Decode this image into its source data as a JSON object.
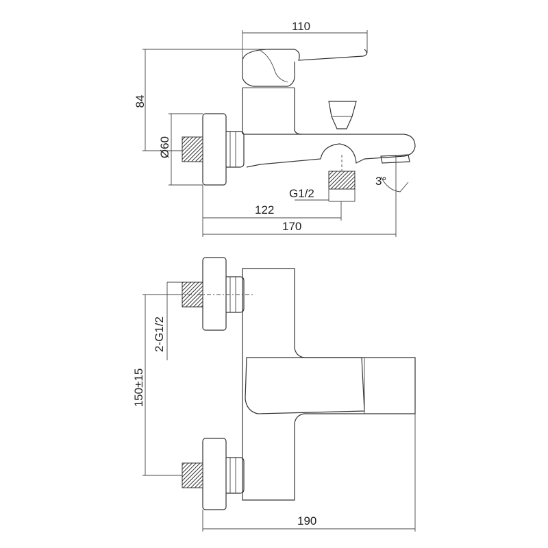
{
  "top_view": {
    "dim_lever_width": "110",
    "dim_height": "84",
    "dim_diameter": "Ø60",
    "dim_thread": "G1/2",
    "dim_spout_angle": "3°",
    "dim_outlet_distance": "122",
    "dim_total_length": "170"
  },
  "front_view": {
    "dim_inlet_thread": "2-G1/2",
    "dim_center_distance": "150±15",
    "dim_total_width": "190"
  }
}
